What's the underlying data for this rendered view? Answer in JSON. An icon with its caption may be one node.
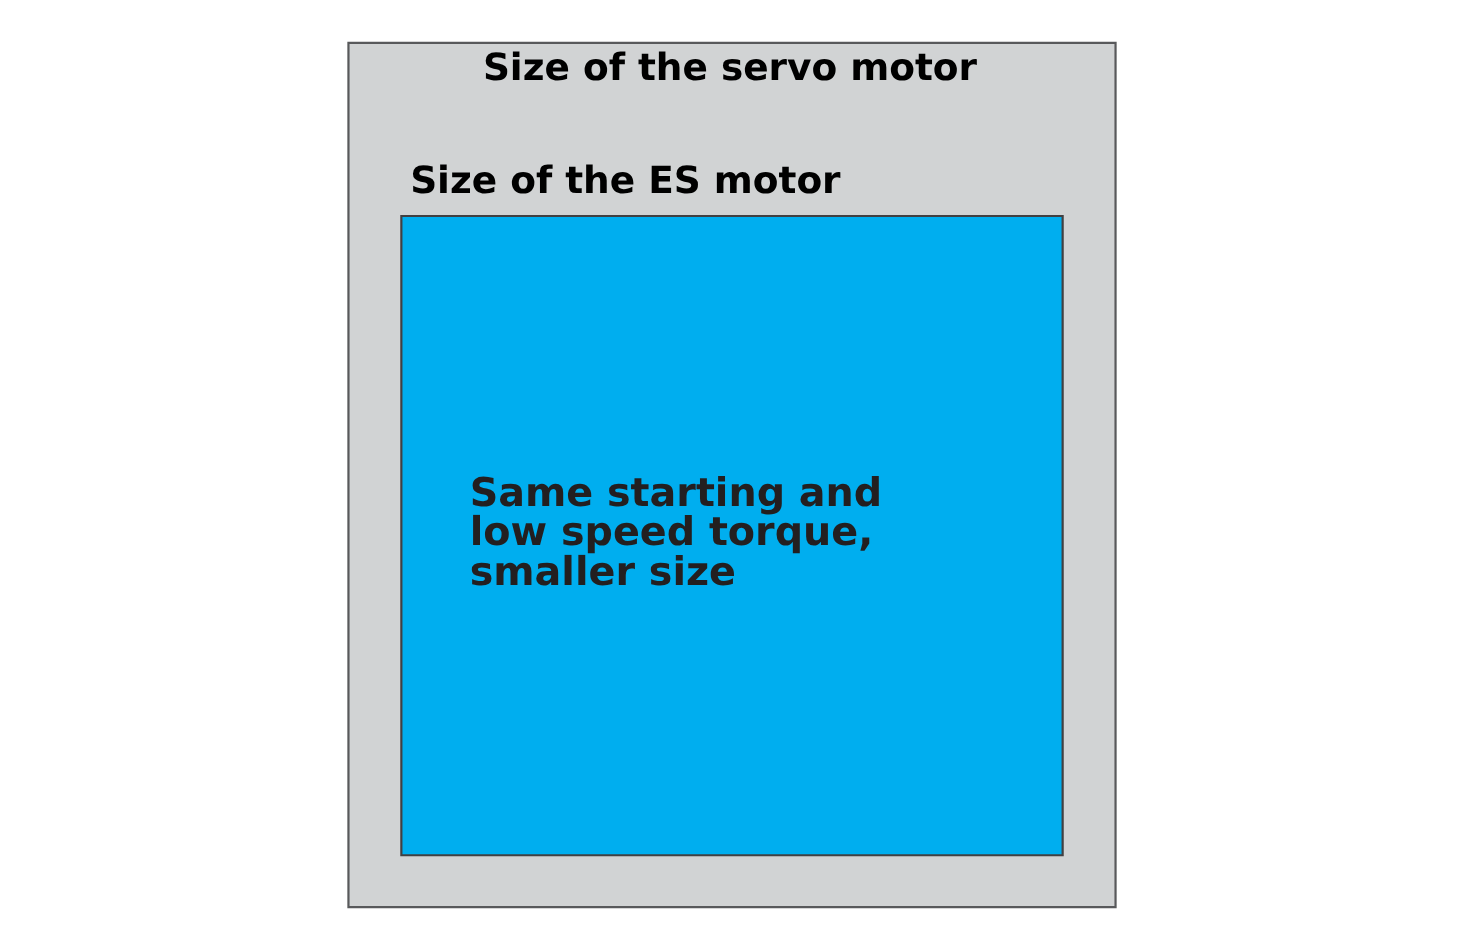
{
  "diagram": {
    "nodes": [
      {
        "text": [
          "Size of the servo motor"
        ]
      },
      {
        "text": [
          "Size of the ES motor",
          "Same starting and low speed torque, smaller size"
        ],
        "in": 0
      }
    ]
  }
}
